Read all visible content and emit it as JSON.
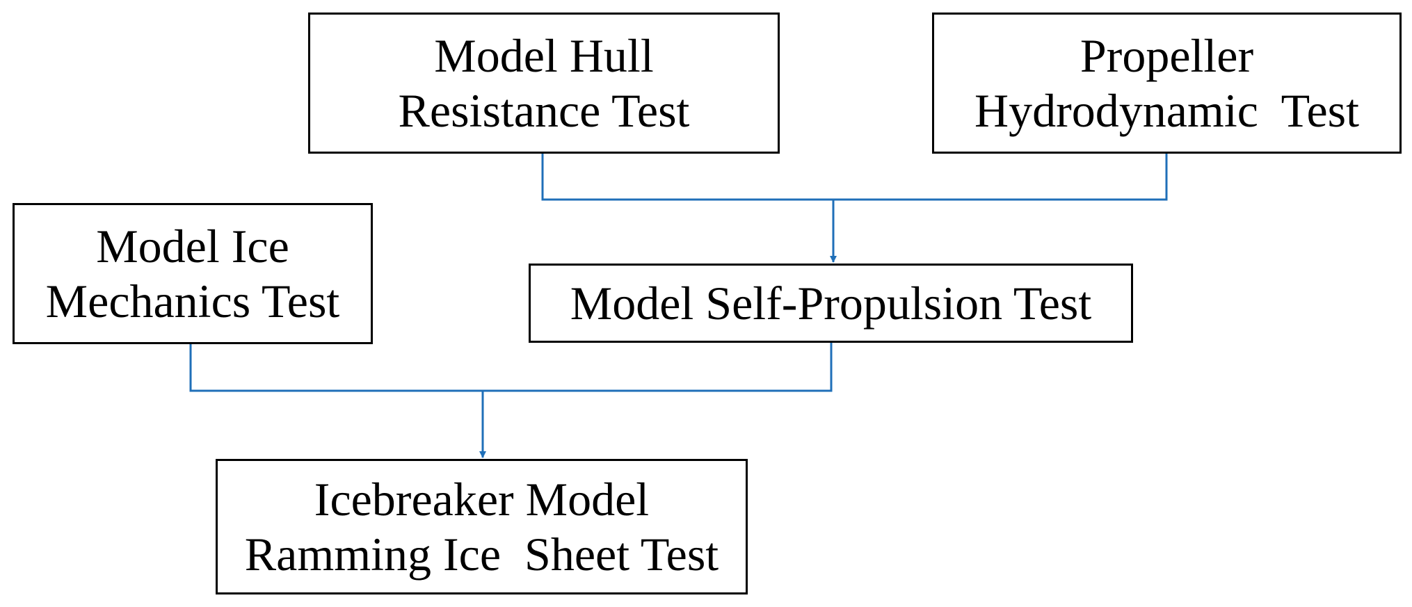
{
  "diagram": {
    "connector_color": "#1f6fb8",
    "box_border_color": "#000000",
    "nodes": {
      "hull_resistance": {
        "lines": [
          "Model Hull",
          "Resistance Test"
        ]
      },
      "propeller_hydrodynamic": {
        "lines": [
          "Propeller",
          "Hydrodynamic  Test"
        ]
      },
      "ice_mechanics": {
        "lines": [
          "Model Ice",
          "Mechanics Test"
        ]
      },
      "self_propulsion": {
        "lines": [
          "Model Self-Propulsion Test"
        ]
      },
      "ramming": {
        "lines": [
          "Icebreaker Model",
          "Ramming Ice  Sheet Test"
        ]
      }
    },
    "edges": [
      {
        "from": [
          "hull_resistance",
          "propeller_hydrodynamic"
        ],
        "to": "self_propulsion"
      },
      {
        "from": [
          "ice_mechanics",
          "self_propulsion"
        ],
        "to": "ramming"
      }
    ]
  }
}
